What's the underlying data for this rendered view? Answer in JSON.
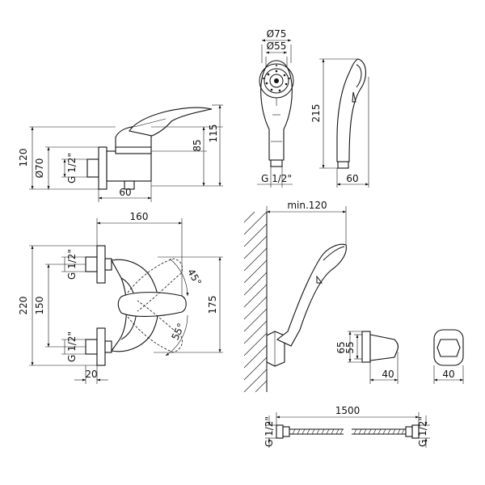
{
  "front_view": {
    "overall_height": "120",
    "flange_diameter": "Ø70",
    "thread": "G 1/2\"",
    "depth": "60",
    "height_85": "85",
    "height_115": "115"
  },
  "shower_head": {
    "diameter_outer": "Ø75",
    "diameter_inner": "Ø55",
    "length": "215",
    "thread": "G 1/2\"",
    "width": "60"
  },
  "top_view": {
    "width": "160",
    "thread_top": "G 1/2\"",
    "thread_bottom": "G 1/2\"",
    "height_220": "220",
    "centers_150": "150",
    "height_175": "175",
    "offset_20": "20",
    "angle_45": "45°",
    "angle_55": "55°"
  },
  "wall_mount": {
    "min_distance": "min.120"
  },
  "holder": {
    "height_65": "65",
    "height_55": "55",
    "depth_40": "40",
    "width_40": "40"
  },
  "hose": {
    "length": "1500",
    "thread_left": "G 1/2\"",
    "thread_right": "G 1/2\""
  }
}
